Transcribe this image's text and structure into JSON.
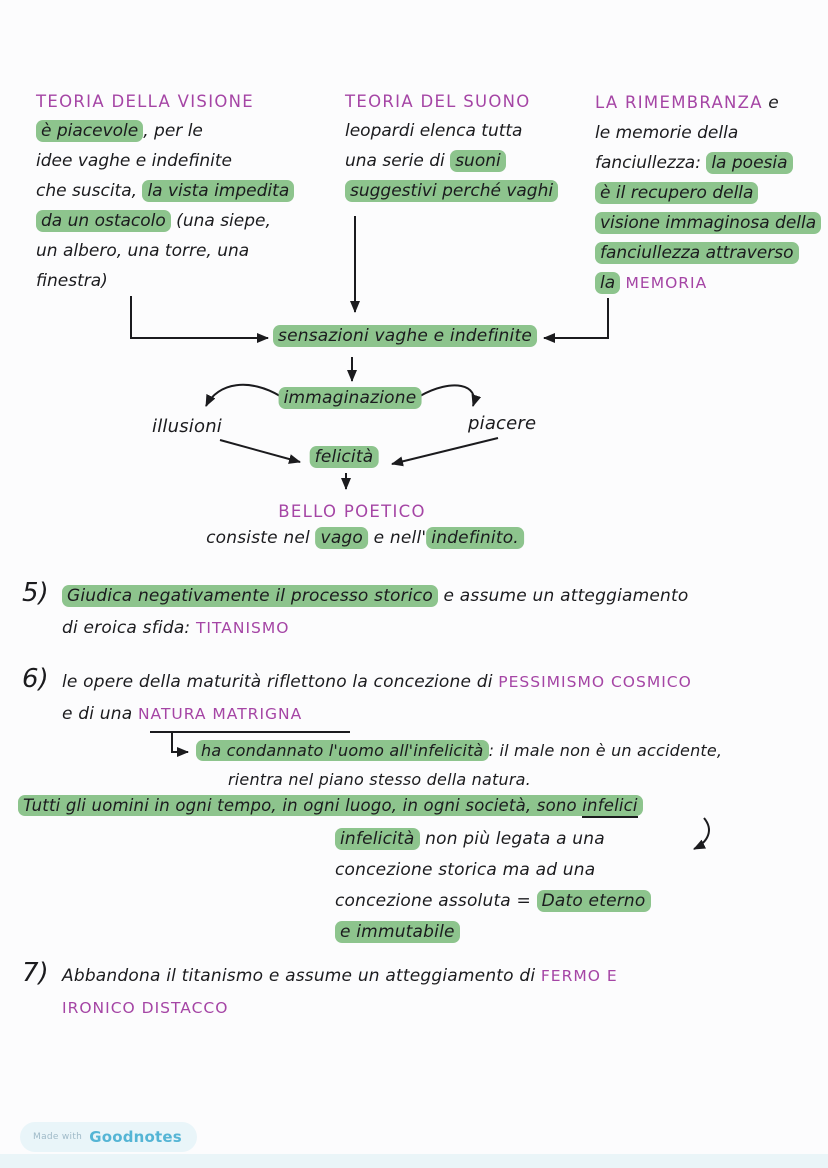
{
  "colors": {
    "highlight_green": "#8dc48d",
    "heading_purple": "#a545a5",
    "ink": "#1b1b1e",
    "page_background": "#fcfcfd",
    "badge_background": "#e9f5f9",
    "badge_text": "#55b5d5"
  },
  "columns": {
    "visione": {
      "heading": "TEORIA DELLA VISIONE",
      "l1h": "è piacevole",
      "l1r": ", per le",
      "l2": "idee vaghe e indefinite",
      "l3a": "che suscita, ",
      "l3h": "la vista impedita",
      "l4h": "da un ostacolo",
      "l4r": " (una siepe,",
      "l5": "un albero, una torre, una",
      "l6": "finestra)"
    },
    "suono": {
      "heading": "TEORIA DEL SUONO",
      "l1": "leopardi elenca tutta",
      "l2a": "una serie di ",
      "l2h": "suoni",
      "l3h": "suggestivi perché vaghi"
    },
    "rimembranza": {
      "heading": "LA RIMEMBRANZA",
      "heading_rest": " e",
      "l2": "le memorie della",
      "l3a": "fanciullezza: ",
      "l3h": "la poesia",
      "l4h": "è il recupero della",
      "l5h": "visione immaginosa della",
      "l6h": "fanciullezza attraverso",
      "l7h": "la",
      "l7p": "MEMORIA"
    }
  },
  "flow": {
    "sensazioni": "sensazioni vaghe e indefinite",
    "immaginazione": "immaginazione",
    "illusioni": "illusioni",
    "piacere": "piacere",
    "felicita": "felicità",
    "bello_poetico": "BELLO POETICO",
    "consiste_a": "consiste nel ",
    "consiste_h1": "vago",
    "consiste_b": " e nell'",
    "consiste_h2": "indefinito."
  },
  "items": {
    "n5": {
      "num": "5)",
      "l1h": "Giudica negativamente il processo storico",
      "l1r": " e assume un atteggiamento",
      "l2a": "di eroica sfida: ",
      "l2p": "TITANISMO"
    },
    "n6": {
      "num": "6)",
      "l1a": "le opere della maturità riflettono la concezione di ",
      "l1p": "PESSIMISMO COSMICO",
      "l2a": "e di una ",
      "l2p": "NATURA MATRIGNA",
      "arrow_l1h": "ha condannato l'uomo all'infelicità",
      "arrow_l1r": ": il male non è un accidente,",
      "arrow_l2": "rientra nel piano stesso della natura.",
      "tutti_a": "Tutti gli uomini in ogni tempo, in ogni luogo, in ogni società, sono ",
      "tutti_u": "infelici",
      "inf_l1h": "infelicità",
      "inf_l1r": " non più legata a una",
      "inf_l2": "concezione storica ma ad una",
      "inf_l3a": "concezione assoluta = ",
      "inf_l3h": "Dato eterno",
      "inf_l4h": "e immutabile"
    },
    "n7": {
      "num": "7)",
      "l1a": "Abbandona il titanismo e assume un atteggiamento di ",
      "l1p": "FERMO E",
      "l2p": "IRONICO DISTACCO"
    }
  },
  "badge": {
    "made_with": "Made with",
    "app": "Goodnotes"
  }
}
